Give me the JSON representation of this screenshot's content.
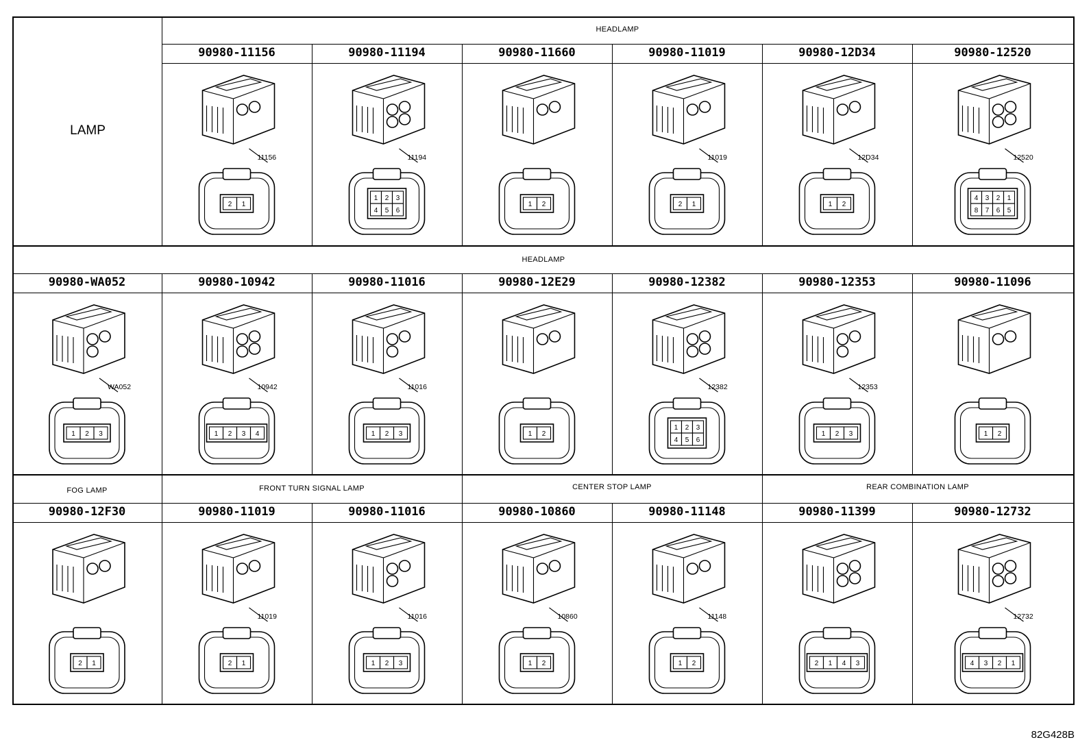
{
  "row_label": "LAMP",
  "section_headers": {
    "row1": "HEADLAMP",
    "row2": "HEADLAMP",
    "row3": [
      "FOG LAMP",
      "FRONT TURN SIGNAL LAMP",
      "CENTER STOP LAMP",
      "REAR COMBINATION LAMP"
    ]
  },
  "connectors": [
    {
      "part": "90980-11156",
      "callout": "11156",
      "pins": [
        "2",
        "1"
      ]
    },
    {
      "part": "90980-11194",
      "callout": "11194",
      "pins": [
        "1",
        "2",
        "3",
        "4",
        "5",
        "6"
      ]
    },
    {
      "part": "90980-11660",
      "callout": "",
      "pins": [
        "1",
        "2"
      ]
    },
    {
      "part": "90980-11019",
      "callout": "11019",
      "pins": [
        "2",
        "1"
      ]
    },
    {
      "part": "90980-12D34",
      "callout": "12D34",
      "pins": [
        "1",
        "2"
      ]
    },
    {
      "part": "90980-12520",
      "callout": "12520",
      "pins": [
        "4",
        "3",
        "2",
        "1",
        "8",
        "7",
        "6",
        "5"
      ]
    },
    {
      "part": "90980-WA052",
      "callout": "WA052",
      "pins": [
        "1",
        "2",
        "3"
      ]
    },
    {
      "part": "90980-10942",
      "callout": "10942",
      "pins": [
        "1",
        "2",
        "3",
        "4"
      ]
    },
    {
      "part": "90980-11016",
      "callout": "11016",
      "pins": [
        "1",
        "2",
        "3"
      ]
    },
    {
      "part": "90980-12E29",
      "callout": "",
      "pins": [
        "1",
        "2"
      ]
    },
    {
      "part": "90980-12382",
      "callout": "12382",
      "pins": [
        "1",
        "2",
        "3",
        "4",
        "5",
        "6"
      ]
    },
    {
      "part": "90980-12353",
      "callout": "12353",
      "pins": [
        "1",
        "2",
        "3"
      ]
    },
    {
      "part": "90980-11096",
      "callout": "",
      "pins": [
        "1",
        "2"
      ]
    },
    {
      "part": "90980-12F30",
      "callout": "",
      "pins": [
        "2",
        "1"
      ]
    },
    {
      "part": "90980-11019",
      "callout": "11019",
      "pins": [
        "2",
        "1"
      ]
    },
    {
      "part": "90980-11016",
      "callout": "11016",
      "pins": [
        "1",
        "2",
        "3"
      ]
    },
    {
      "part": "90980-10860",
      "callout": "10860",
      "pins": [
        "1",
        "2"
      ]
    },
    {
      "part": "90980-11148",
      "callout": "11148",
      "pins": [
        "1",
        "2"
      ]
    },
    {
      "part": "90980-11399",
      "callout": "",
      "pins": [
        "2",
        "1",
        "4",
        "3"
      ]
    },
    {
      "part": "90980-12732",
      "callout": "12732",
      "pins": [
        "4",
        "3",
        "2",
        "1"
      ]
    }
  ],
  "figure_code": "82G428B"
}
